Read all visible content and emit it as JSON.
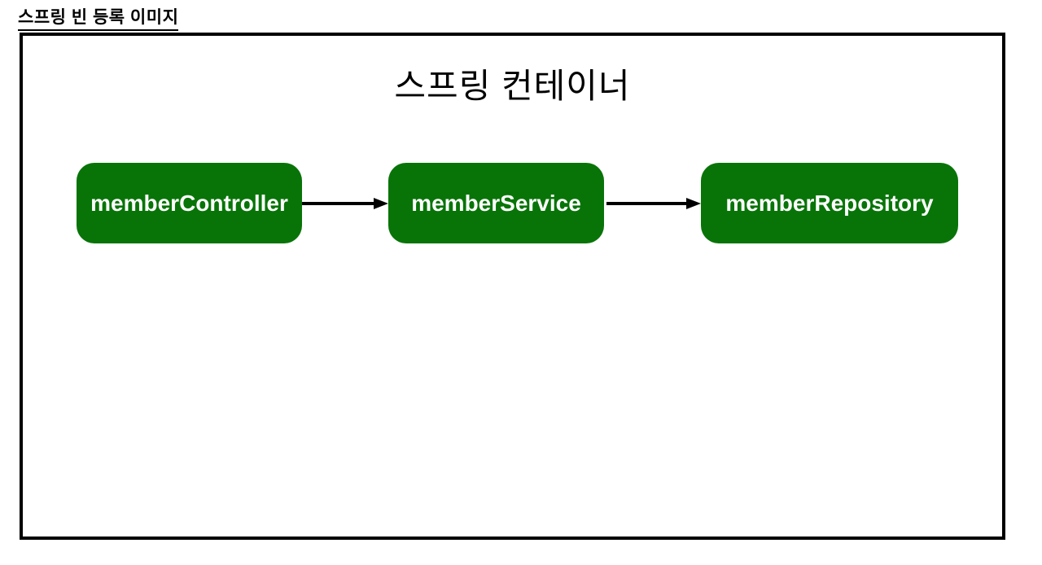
{
  "page_title": "스프링 빈 등록 이미지",
  "container": {
    "title": "스프링 컨테이너",
    "beans": [
      {
        "id": "memberController",
        "label": "memberController"
      },
      {
        "id": "memberService",
        "label": "memberService"
      },
      {
        "id": "memberRepository",
        "label": "memberRepository"
      }
    ],
    "flow": [
      {
        "from": "memberController",
        "to": "memberService"
      },
      {
        "from": "memberService",
        "to": "memberRepository"
      }
    ]
  },
  "colors": {
    "bean_fill": "#087408",
    "bean_text": "#ffffff",
    "border": "#000000",
    "background": "#ffffff"
  }
}
